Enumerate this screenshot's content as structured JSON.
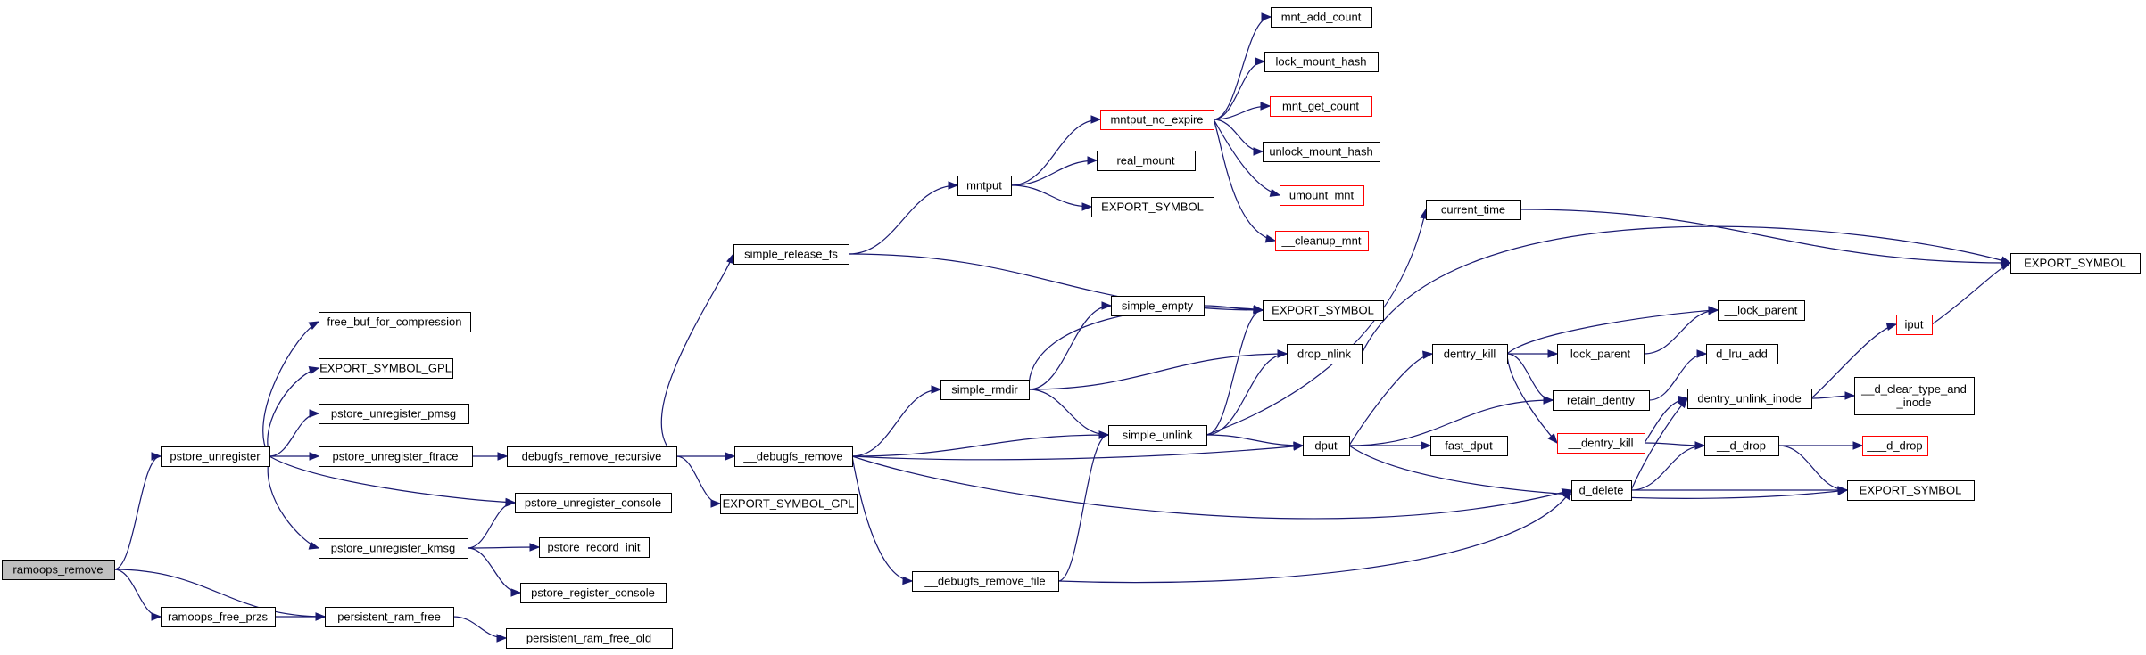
{
  "colors": {
    "edge": "#191970",
    "node_border": "#000000",
    "truncated_border": "#ff0000",
    "root_fill": "#bfbfbf",
    "background": "#ffffff"
  },
  "nodes": [
    {
      "id": "ramoops_remove",
      "label": "ramoops_remove",
      "style": "root"
    },
    {
      "id": "pstore_unregister",
      "label": "pstore_unregister"
    },
    {
      "id": "ramoops_free_przs",
      "label": "ramoops_free_przs"
    },
    {
      "id": "persistent_ram_free",
      "label": "persistent_ram_free"
    },
    {
      "id": "persistent_ram_free_old",
      "label": "persistent_ram_free_old"
    },
    {
      "id": "free_buf_for_compression",
      "label": "free_buf_for_compression"
    },
    {
      "id": "export_symbol_gpl_1",
      "label": "EXPORT_SYMBOL_GPL"
    },
    {
      "id": "pstore_unregister_pmsg",
      "label": "pstore_unregister_pmsg"
    },
    {
      "id": "pstore_unregister_ftrace",
      "label": "pstore_unregister_ftrace"
    },
    {
      "id": "pstore_unregister_console",
      "label": "pstore_unregister_console"
    },
    {
      "id": "pstore_unregister_kmsg",
      "label": "pstore_unregister_kmsg"
    },
    {
      "id": "pstore_record_init",
      "label": "pstore_record_init"
    },
    {
      "id": "pstore_register_console",
      "label": "pstore_register_console"
    },
    {
      "id": "debugfs_remove_recursive",
      "label": "debugfs_remove_recursive"
    },
    {
      "id": "simple_release_fs",
      "label": "simple_release_fs"
    },
    {
      "id": "__debugfs_remove",
      "label": "__debugfs_remove"
    },
    {
      "id": "export_symbol_gpl_2",
      "label": "EXPORT_SYMBOL_GPL"
    },
    {
      "id": "__debugfs_remove_file",
      "label": "__debugfs_remove_file"
    },
    {
      "id": "mntput",
      "label": "mntput"
    },
    {
      "id": "simple_rmdir",
      "label": "simple_rmdir"
    },
    {
      "id": "mntput_no_expire",
      "label": "mntput_no_expire",
      "style": "red"
    },
    {
      "id": "real_mount",
      "label": "real_mount"
    },
    {
      "id": "export_symbol_mntput",
      "label": "EXPORT_SYMBOL"
    },
    {
      "id": "export_symbol_mid",
      "label": "EXPORT_SYMBOL"
    },
    {
      "id": "simple_empty",
      "label": "simple_empty"
    },
    {
      "id": "drop_nlink",
      "label": "drop_nlink"
    },
    {
      "id": "simple_unlink",
      "label": "simple_unlink"
    },
    {
      "id": "mnt_add_count",
      "label": "mnt_add_count"
    },
    {
      "id": "lock_mount_hash",
      "label": "lock_mount_hash"
    },
    {
      "id": "mnt_get_count",
      "label": "mnt_get_count",
      "style": "red"
    },
    {
      "id": "unlock_mount_hash",
      "label": "unlock_mount_hash"
    },
    {
      "id": "umount_mnt",
      "label": "umount_mnt",
      "style": "red"
    },
    {
      "id": "__cleanup_mnt",
      "label": "__cleanup_mnt",
      "style": "red"
    },
    {
      "id": "current_time",
      "label": "current_time"
    },
    {
      "id": "dput",
      "label": "dput"
    },
    {
      "id": "dentry_kill",
      "label": "dentry_kill"
    },
    {
      "id": "fast_dput",
      "label": "fast_dput"
    },
    {
      "id": "d_delete",
      "label": "d_delete"
    },
    {
      "id": "lock_parent",
      "label": "lock_parent"
    },
    {
      "id": "retain_dentry",
      "label": "retain_dentry"
    },
    {
      "id": "__dentry_kill",
      "label": "__dentry_kill",
      "style": "red"
    },
    {
      "id": "__lock_parent",
      "label": "__lock_parent"
    },
    {
      "id": "d_lru_add",
      "label": "d_lru_add"
    },
    {
      "id": "dentry_unlink_inode",
      "label": "dentry_unlink_inode"
    },
    {
      "id": "__d_drop",
      "label": "__d_drop"
    },
    {
      "id": "iput",
      "label": "iput",
      "style": "red"
    },
    {
      "id": "__d_clear_type_and_inode",
      "label": "__d_clear_type_and\n_inode"
    },
    {
      "id": "___d_drop",
      "label": "___d_drop",
      "style": "red"
    },
    {
      "id": "export_symbol_right",
      "label": "EXPORT_SYMBOL"
    },
    {
      "id": "export_symbol_far_right",
      "label": "EXPORT_SYMBOL"
    }
  ],
  "edges": [
    [
      "ramoops_remove",
      "pstore_unregister"
    ],
    [
      "ramoops_remove",
      "ramoops_free_przs"
    ],
    [
      "ramoops_remove",
      "persistent_ram_free"
    ],
    [
      "ramoops_free_przs",
      "persistent_ram_free"
    ],
    [
      "persistent_ram_free",
      "persistent_ram_free_old"
    ],
    [
      "pstore_unregister",
      "free_buf_for_compression"
    ],
    [
      "pstore_unregister",
      "export_symbol_gpl_1"
    ],
    [
      "pstore_unregister",
      "pstore_unregister_pmsg"
    ],
    [
      "pstore_unregister",
      "pstore_unregister_ftrace"
    ],
    [
      "pstore_unregister",
      "pstore_unregister_console"
    ],
    [
      "pstore_unregister",
      "pstore_unregister_kmsg"
    ],
    [
      "pstore_unregister_ftrace",
      "debugfs_remove_recursive"
    ],
    [
      "pstore_unregister_kmsg",
      "pstore_unregister_console"
    ],
    [
      "pstore_unregister_kmsg",
      "pstore_record_init"
    ],
    [
      "pstore_unregister_kmsg",
      "pstore_register_console"
    ],
    [
      "debugfs_remove_recursive",
      "simple_release_fs"
    ],
    [
      "debugfs_remove_recursive",
      "__debugfs_remove"
    ],
    [
      "debugfs_remove_recursive",
      "export_symbol_gpl_2"
    ],
    [
      "simple_release_fs",
      "mntput"
    ],
    [
      "simple_release_fs",
      "export_symbol_mid"
    ],
    [
      "mntput",
      "mntput_no_expire"
    ],
    [
      "mntput",
      "real_mount"
    ],
    [
      "mntput",
      "export_symbol_mntput"
    ],
    [
      "mntput_no_expire",
      "mnt_add_count"
    ],
    [
      "mntput_no_expire",
      "lock_mount_hash"
    ],
    [
      "mntput_no_expire",
      "mnt_get_count"
    ],
    [
      "mntput_no_expire",
      "unlock_mount_hash"
    ],
    [
      "mntput_no_expire",
      "umount_mnt"
    ],
    [
      "mntput_no_expire",
      "__cleanup_mnt"
    ],
    [
      "__debugfs_remove",
      "simple_rmdir"
    ],
    [
      "__debugfs_remove",
      "simple_unlink"
    ],
    [
      "__debugfs_remove",
      "dput"
    ],
    [
      "__debugfs_remove",
      "d_delete"
    ],
    [
      "__debugfs_remove",
      "__debugfs_remove_file"
    ],
    [
      "__debugfs_remove_file",
      "simple_unlink"
    ],
    [
      "__debugfs_remove_file",
      "d_delete"
    ],
    [
      "simple_rmdir",
      "export_symbol_mid"
    ],
    [
      "simple_rmdir",
      "simple_empty"
    ],
    [
      "simple_rmdir",
      "drop_nlink"
    ],
    [
      "simple_rmdir",
      "simple_unlink"
    ],
    [
      "simple_empty",
      "export_symbol_mid"
    ],
    [
      "simple_unlink",
      "export_symbol_mid"
    ],
    [
      "simple_unlink",
      "drop_nlink"
    ],
    [
      "simple_unlink",
      "current_time"
    ],
    [
      "simple_unlink",
      "dput"
    ],
    [
      "drop_nlink",
      "export_symbol_far_right"
    ],
    [
      "current_time",
      "export_symbol_far_right"
    ],
    [
      "dput",
      "dentry_kill"
    ],
    [
      "dput",
      "retain_dentry"
    ],
    [
      "dput",
      "fast_dput"
    ],
    [
      "dput",
      "export_symbol_right"
    ],
    [
      "dentry_kill",
      "__lock_parent"
    ],
    [
      "dentry_kill",
      "lock_parent"
    ],
    [
      "dentry_kill",
      "retain_dentry"
    ],
    [
      "dentry_kill",
      "__dentry_kill"
    ],
    [
      "lock_parent",
      "__lock_parent"
    ],
    [
      "retain_dentry",
      "d_lru_add"
    ],
    [
      "__dentry_kill",
      "dentry_unlink_inode"
    ],
    [
      "__dentry_kill",
      "__d_drop"
    ],
    [
      "d_delete",
      "dentry_unlink_inode"
    ],
    [
      "d_delete",
      "__d_drop"
    ],
    [
      "d_delete",
      "export_symbol_right"
    ],
    [
      "dentry_unlink_inode",
      "iput"
    ],
    [
      "dentry_unlink_inode",
      "__d_clear_type_and_inode"
    ],
    [
      "__d_drop",
      "___d_drop"
    ],
    [
      "__d_drop",
      "export_symbol_right"
    ],
    [
      "iput",
      "export_symbol_far_right"
    ]
  ]
}
